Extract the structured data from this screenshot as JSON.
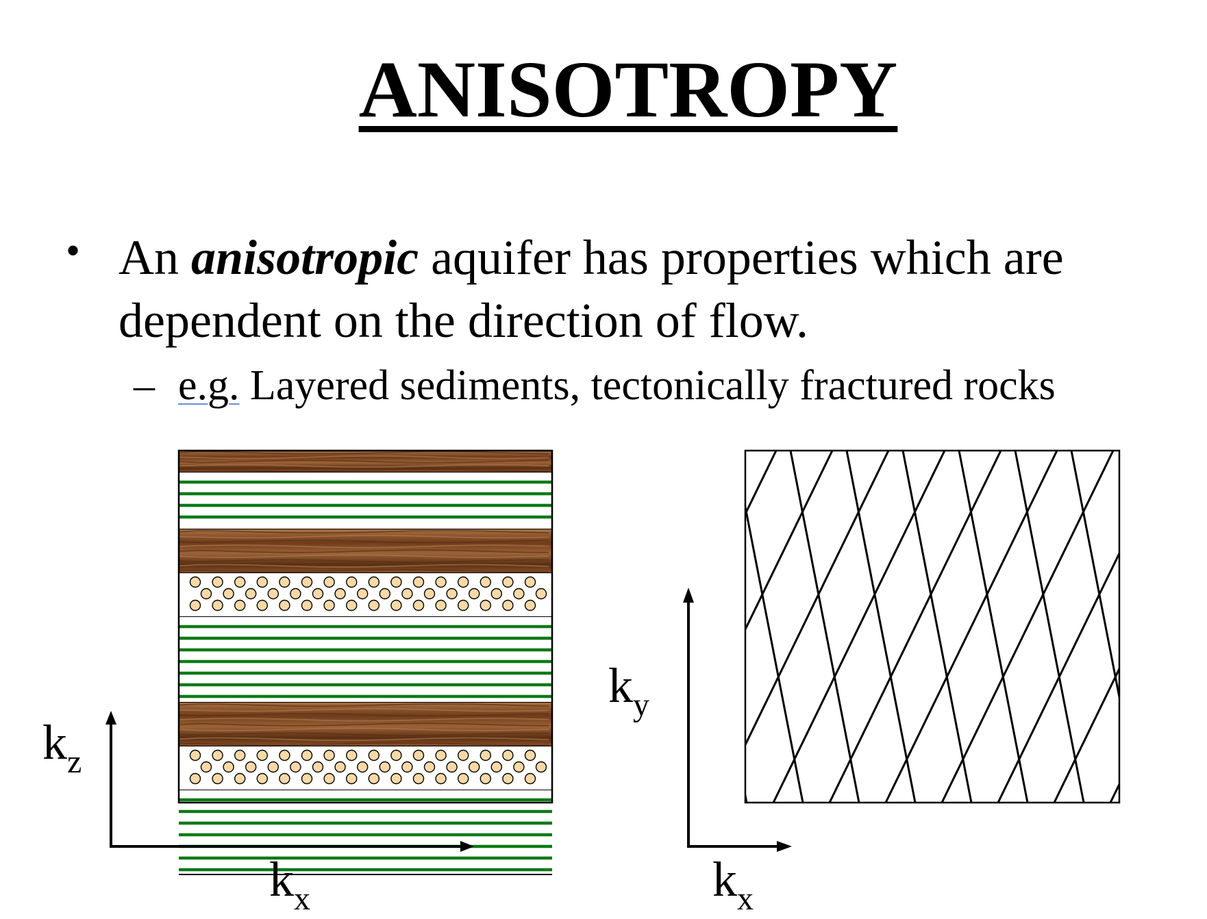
{
  "title": "ANISOTROPY",
  "bullet": {
    "prefix": "An ",
    "emphasis": "anisotropic",
    "suffix": " aquifer has properties which are dependent on the direction of flow."
  },
  "subbullet": {
    "dash": "–",
    "eg": "e.g.",
    "text": " Layered sediments, tectonically fractured rocks"
  },
  "left_panel": {
    "layers": [
      "clay",
      "shale",
      "clay",
      "sand",
      "shale",
      "clay",
      "sand",
      "shale"
    ],
    "axis_vertical_label": {
      "base": "k",
      "sub": "z"
    },
    "axis_horizontal_label": {
      "base": "k",
      "sub": "x"
    }
  },
  "right_panel": {
    "pattern": "fractures",
    "axis_vertical_label": {
      "base": "k",
      "sub": "y"
    },
    "axis_horizontal_label": {
      "base": "k",
      "sub": "x"
    }
  },
  "colors": {
    "shale_line": "#0b7a16",
    "clay_dark": "#5a2f14",
    "clay_mid": "#8a5129",
    "clay_light": "#b07b4c",
    "sand_fill": "#f6d9a6",
    "ink": "#000000"
  }
}
